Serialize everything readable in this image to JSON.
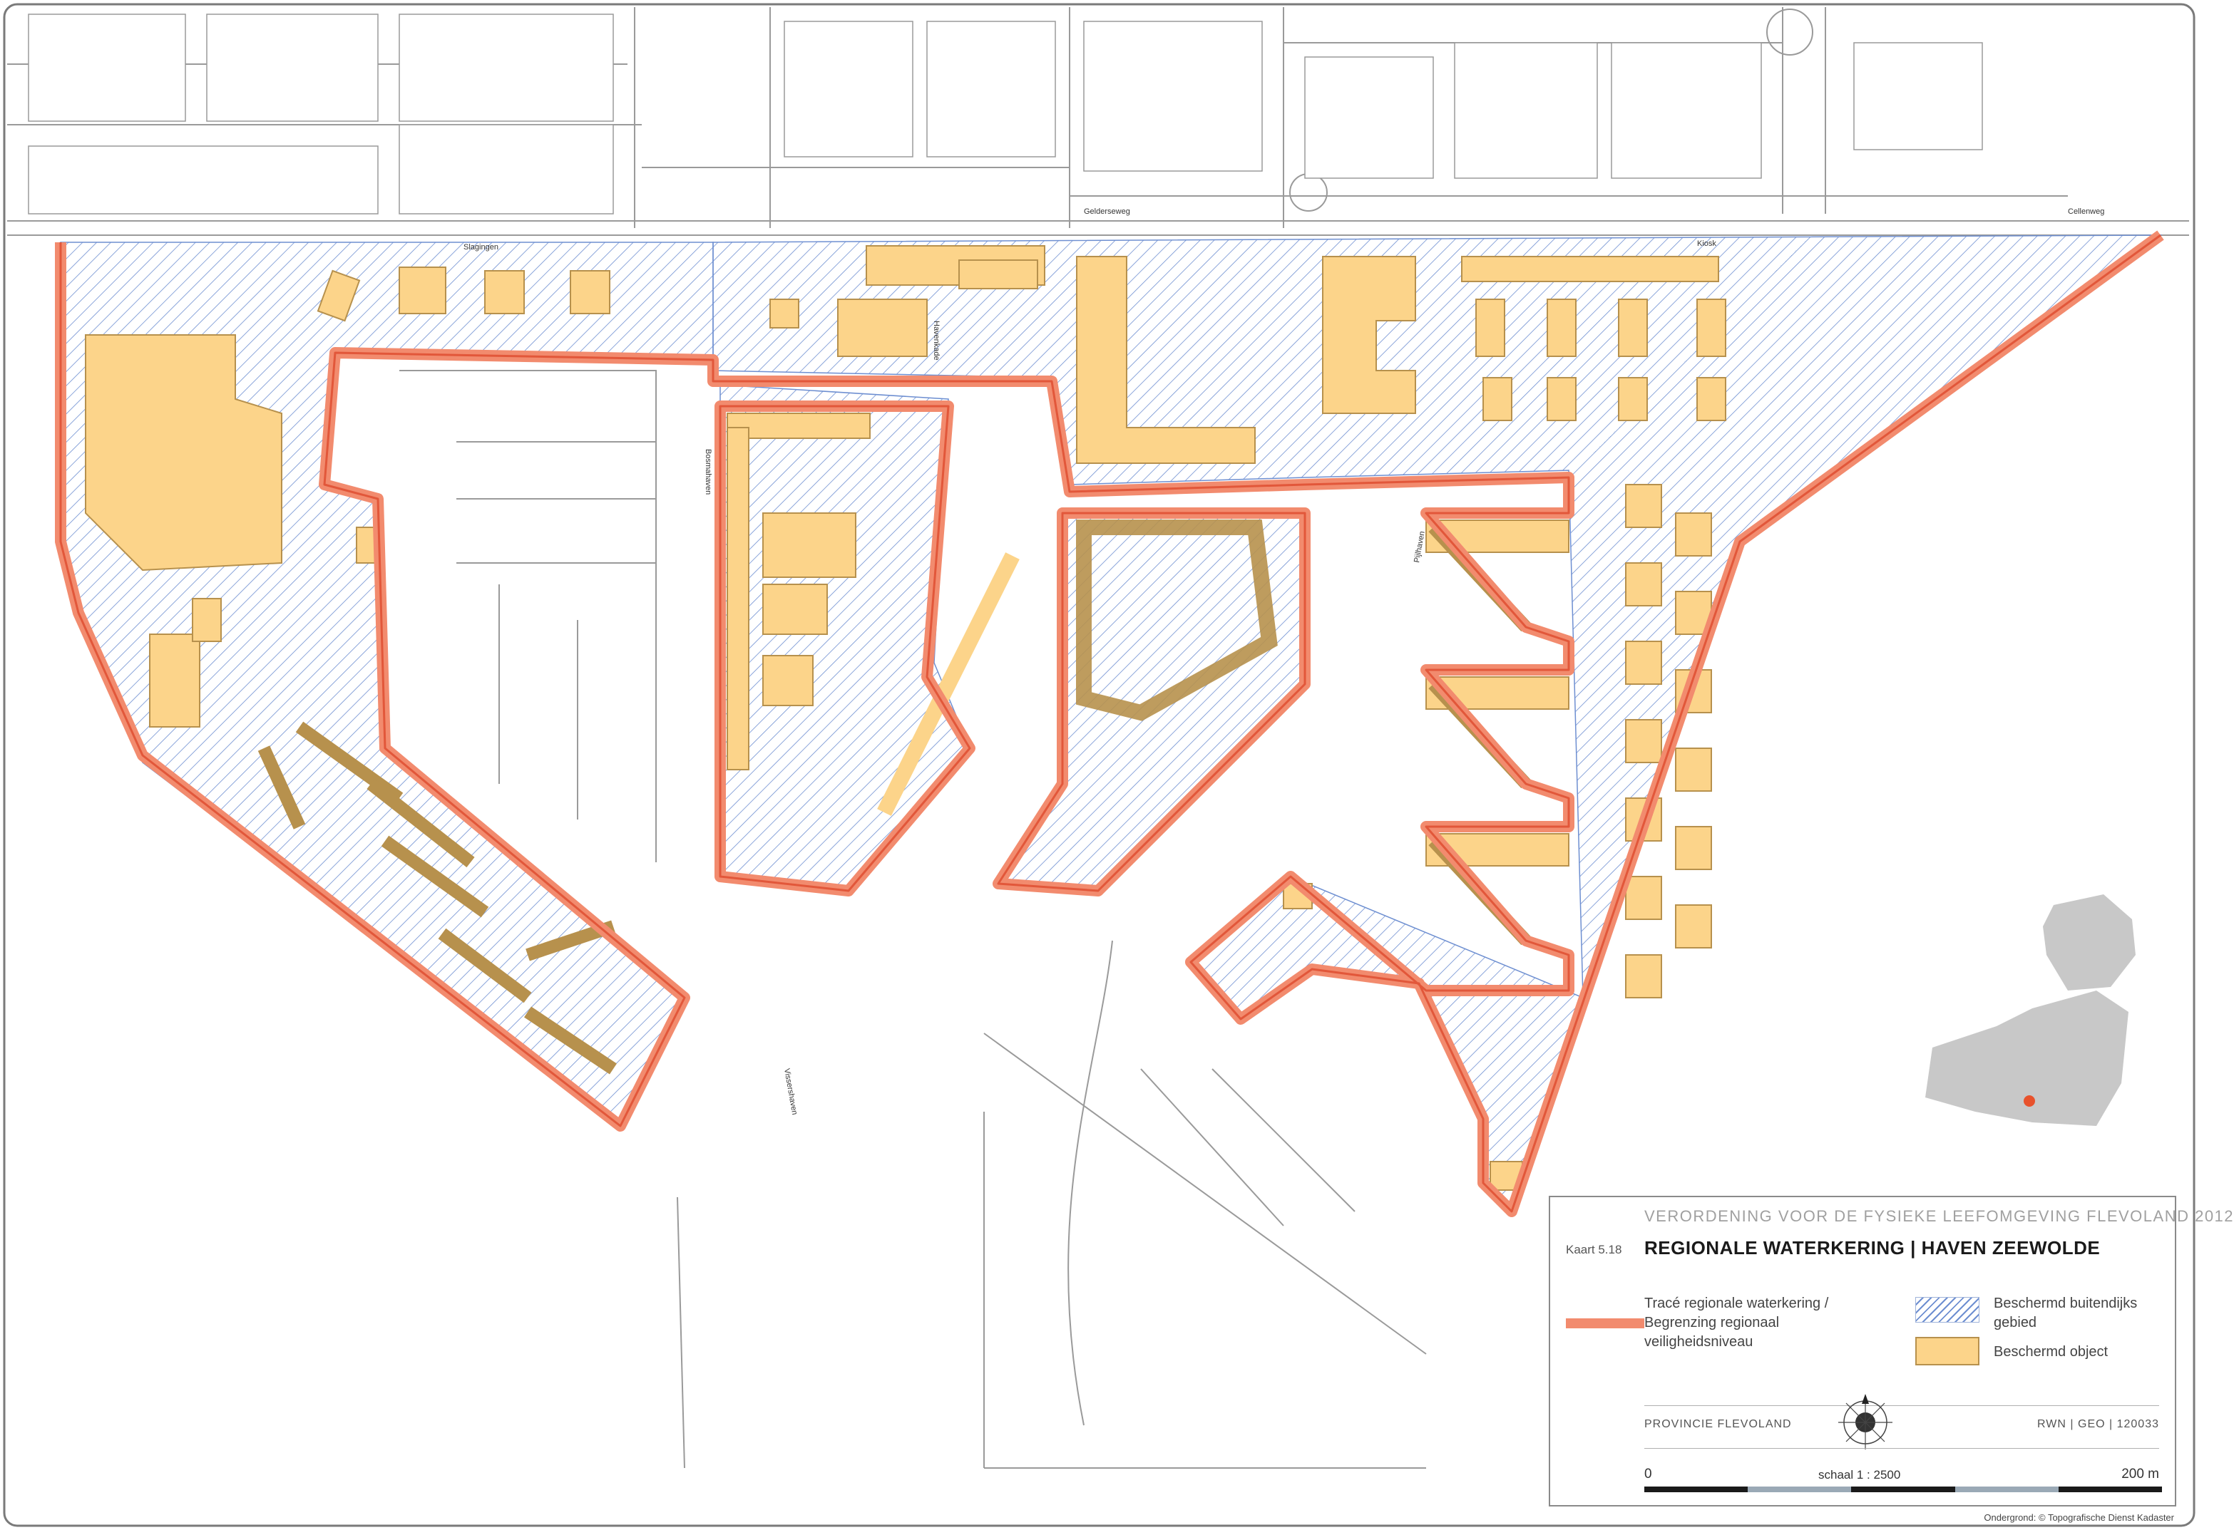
{
  "map": {
    "street_labels": {
      "a": "Slagingen",
      "b": "Gelderseweg",
      "c": "Havenkade",
      "d": "Pijlhaven",
      "e": "Bosmahaven",
      "f": "Vissershaven",
      "g": "Kiosk",
      "h": "Cellenweg"
    },
    "colors": {
      "boundary": "#f28b6e",
      "boundary_core": "#e2573a",
      "hatch": "#6e8fd1",
      "object_fill": "#fcd48a",
      "object_stroke": "#b7914d",
      "street_line": "#9a9a9a",
      "inset_land": "#c8c8c8",
      "inset_marker": "#e8522c"
    },
    "icons": {
      "compass": "compass-rose-icon",
      "inset": "flevoland-locator-map"
    }
  },
  "legend": {
    "header": "VERORDENING VOOR DE FYSIEKE LEEFOMGEVING FLEVOLAND 2012",
    "kaart": "Kaart 5.18",
    "title": "REGIONALE WATERKERING | HAVEN ZEEWOLDE",
    "item_line": "Tracé regionale waterkering / Begrenzing regionaal veiligheidsniveau",
    "item_hatch": "Beschermd buitendijks gebied",
    "item_object": "Beschermd object",
    "organisation": "PROVINCIE FLEVOLAND",
    "code": "RWN | GEO | 120033",
    "scale_start": "0",
    "scale_text": "schaal 1 : 2500",
    "scale_end": "200 m"
  },
  "credit": "Ondergrond: © Topografische Dienst Kadaster"
}
